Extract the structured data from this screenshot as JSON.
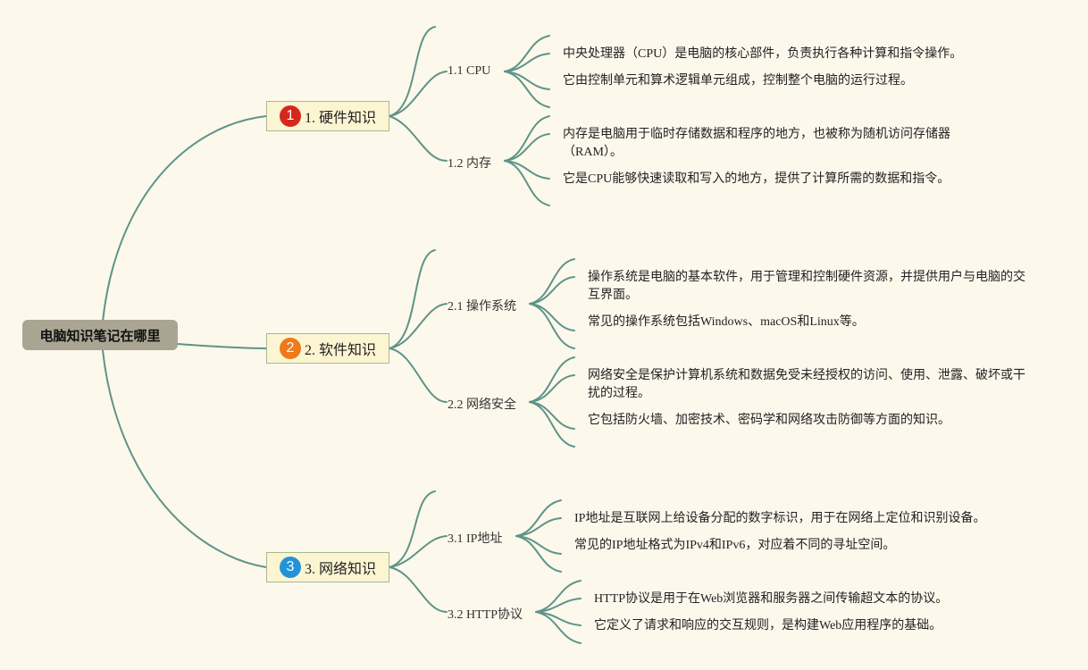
{
  "root": {
    "label": "电脑知识笔记在哪里"
  },
  "colors": {
    "link": "#5e9488",
    "badge1": "#d5281c",
    "badge2": "#ee7a1c",
    "badge3": "#2293d8",
    "topic_bg": "#fcf5d2",
    "root_bg": "#aaa593"
  },
  "topics": [
    {
      "num": "1",
      "label": "1. 硬件知识",
      "subs": [
        {
          "label": "1.1 CPU",
          "leaves": [
            "中央处理器（CPU）是电脑的核心部件，负责执行各种计算和指令操作。",
            "它由控制单元和算术逻辑单元组成，控制整个电脑的运行过程。"
          ]
        },
        {
          "label": "1.2 内存",
          "leaves": [
            "内存是电脑用于临时存储数据和程序的地方，也被称为随机访问存储器（RAM）。",
            "它是CPU能够快速读取和写入的地方，提供了计算所需的数据和指令。"
          ]
        }
      ]
    },
    {
      "num": "2",
      "label": "2. 软件知识",
      "subs": [
        {
          "label": "2.1 操作系统",
          "leaves": [
            "操作系统是电脑的基本软件，用于管理和控制硬件资源，并提供用户与电脑的交互界面。",
            "常见的操作系统包括Windows、macOS和Linux等。"
          ]
        },
        {
          "label": "2.2 网络安全",
          "leaves": [
            "网络安全是保护计算机系统和数据免受未经授权的访问、使用、泄露、破坏或干扰的过程。",
            "它包括防火墙、加密技术、密码学和网络攻击防御等方面的知识。"
          ]
        }
      ]
    },
    {
      "num": "3",
      "label": "3. 网络知识",
      "subs": [
        {
          "label": "3.1 IP地址",
          "leaves": [
            "IP地址是互联网上给设备分配的数字标识，用于在网络上定位和识别设备。",
            "常见的IP地址格式为IPv4和IPv6，对应着不同的寻址空间。"
          ]
        },
        {
          "label": "3.2 HTTP协议",
          "leaves": [
            "HTTP协议是用于在Web浏览器和服务器之间传输超文本的协议。",
            "它定义了请求和响应的交互规则，是构建Web应用程序的基础。"
          ]
        }
      ]
    }
  ]
}
